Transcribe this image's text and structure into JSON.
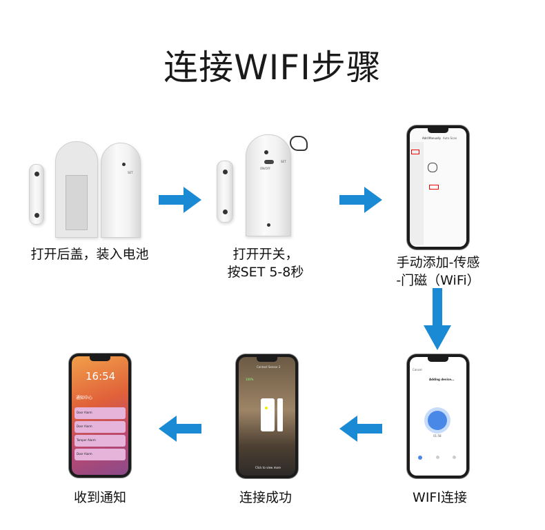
{
  "title": "连接WIFI步骤",
  "steps": [
    {
      "label": "打开后盖，装入电池"
    },
    {
      "label_line1": "打开开关，",
      "label_line2": "按SET 5-8秒",
      "device_text": {
        "set": "SET",
        "switch": "ON/OFF"
      }
    },
    {
      "label_line1": "手动添加-传感",
      "label_line2": "-门磁（WiFi）",
      "screen": {
        "tab1": "Add Manually",
        "tab2": "Auto Scan"
      }
    },
    {
      "label": "WIFI连接",
      "screen": {
        "cancel": "Cancel",
        "heading": "Adding device...",
        "timer": "01:58"
      }
    },
    {
      "label": "连接成功",
      "screen": {
        "title": "Contact Sensor 2",
        "battery": "100%",
        "button": "Click to view more"
      }
    },
    {
      "label": "收到通知",
      "screen": {
        "time": "16:54",
        "center": "通知中心",
        "notifications": [
          "Door Alarm",
          "Door Alarm",
          "Tamper Alarm",
          "Door Alarm"
        ]
      }
    }
  ],
  "colors": {
    "arrow": "#1a8ad4",
    "pink": "#e6b3da"
  }
}
